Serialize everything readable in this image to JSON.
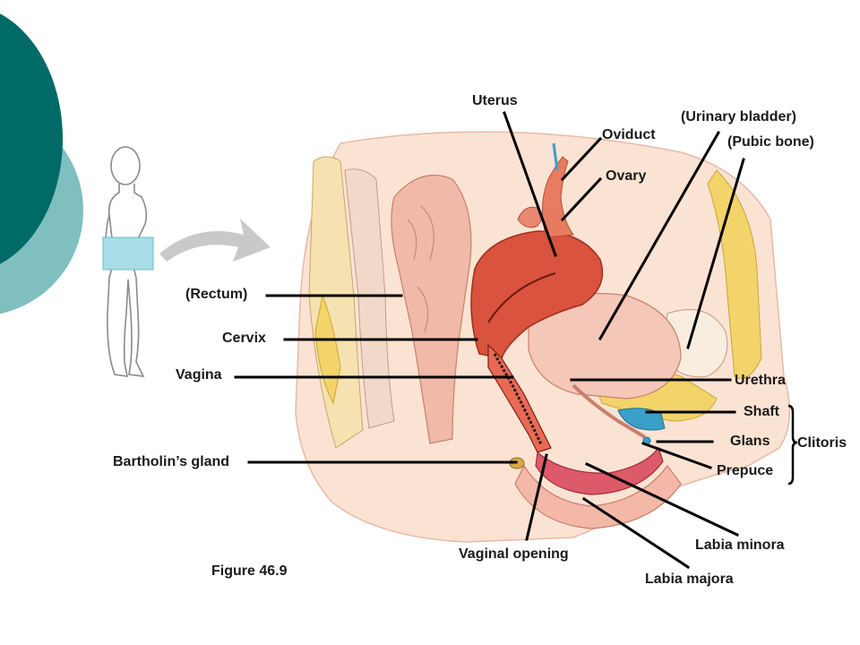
{
  "figure_caption": "Figure 46.9",
  "labels": {
    "uterus": "Uterus",
    "urinary_bladder": "(Urinary bladder)",
    "oviduct": "Oviduct",
    "pubic_bone": "(Pubic bone)",
    "ovary": "Ovary",
    "rectum": "(Rectum)",
    "cervix": "Cervix",
    "vagina": "Vagina",
    "urethra": "Urethra",
    "shaft": "Shaft",
    "glans": "Glans",
    "clitoris": "Clitoris",
    "prepuce": "Prepuce",
    "bartholins_gland": "Bartholin’s gland",
    "labia_minora": "Labia minora",
    "vaginal_opening": "Vaginal opening",
    "labia_majora": "Labia majora"
  },
  "colors": {
    "slide_dark_teal": "#006a66",
    "slide_light_teal": "#7fbfbf",
    "highlight_box": "#a8dde8",
    "arrow_gray": "#c9c9c9",
    "uterus_red": "#d9533e",
    "tissue_pink": "#f1b9a8",
    "fat_yellow": "#f3d46a",
    "clitoris_blue": "#3aa0c8"
  }
}
